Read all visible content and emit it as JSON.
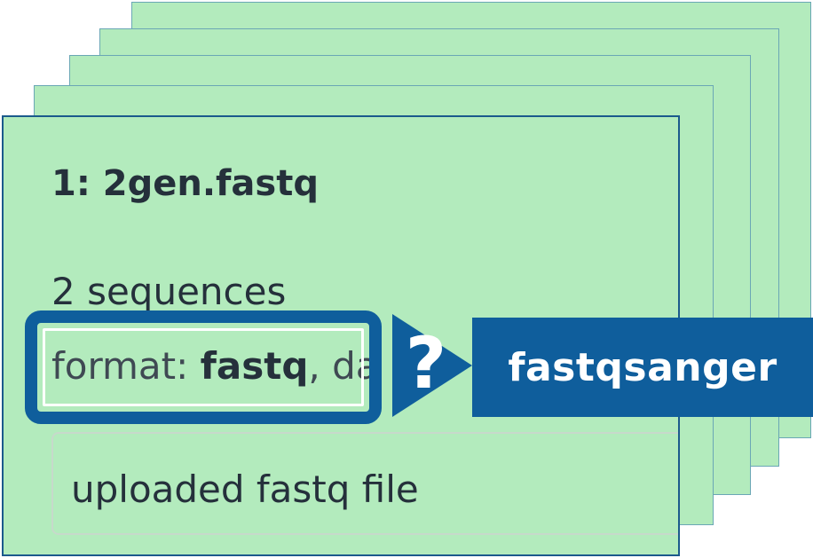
{
  "dataset": {
    "title": "1: 2gen.fastq",
    "sequences": "2 sequences",
    "format_label": "format:",
    "format_value": "fastq",
    "format_separator": ",",
    "format_trailing": "da",
    "annotation": "uploaded fastq file"
  },
  "conversion": {
    "question_mark": "?",
    "target_format": "fastqsanger"
  },
  "colors": {
    "card_fill": "#b3ebbd",
    "accent_blue": "#0f5e9c",
    "text_dark": "#25303b"
  }
}
